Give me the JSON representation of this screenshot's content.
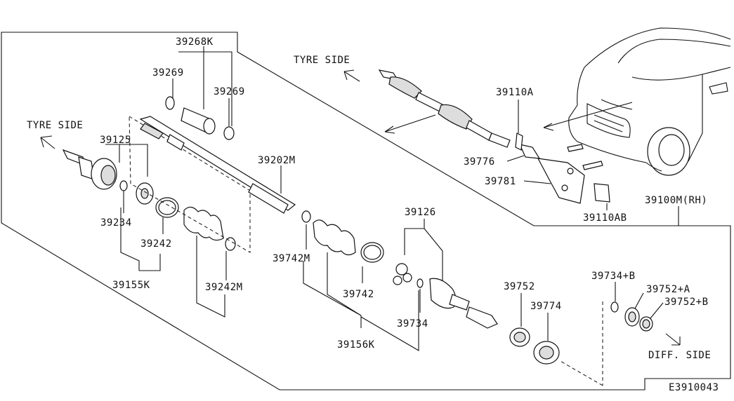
{
  "diagram": {
    "side_labels": {
      "tyre_side_left": "TYRE SIDE",
      "tyre_side_top": "TYRE SIDE",
      "diff_side": "DIFF. SIDE"
    },
    "assembly_label": "39100M(RH)",
    "figure_code": "E3910043",
    "parts": {
      "p39268k": "39268K",
      "p39269a": "39269",
      "p39269b": "39269",
      "p39125": "39125",
      "p39202m": "39202M",
      "p39234": "39234",
      "p39242": "39242",
      "p39155k": "39155K",
      "p39242m": "39242M",
      "p39742m": "39742M",
      "p39742": "39742",
      "p39156k": "39156K",
      "p39126": "39126",
      "p39734": "39734",
      "p39752": "39752",
      "p39774": "39774",
      "p39734b": "39734+B",
      "p39752a": "39752+A",
      "p39752b": "39752+B",
      "p39110a": "39110A",
      "p39776": "39776",
      "p39781": "39781",
      "p39110ab": "39110AB"
    }
  }
}
